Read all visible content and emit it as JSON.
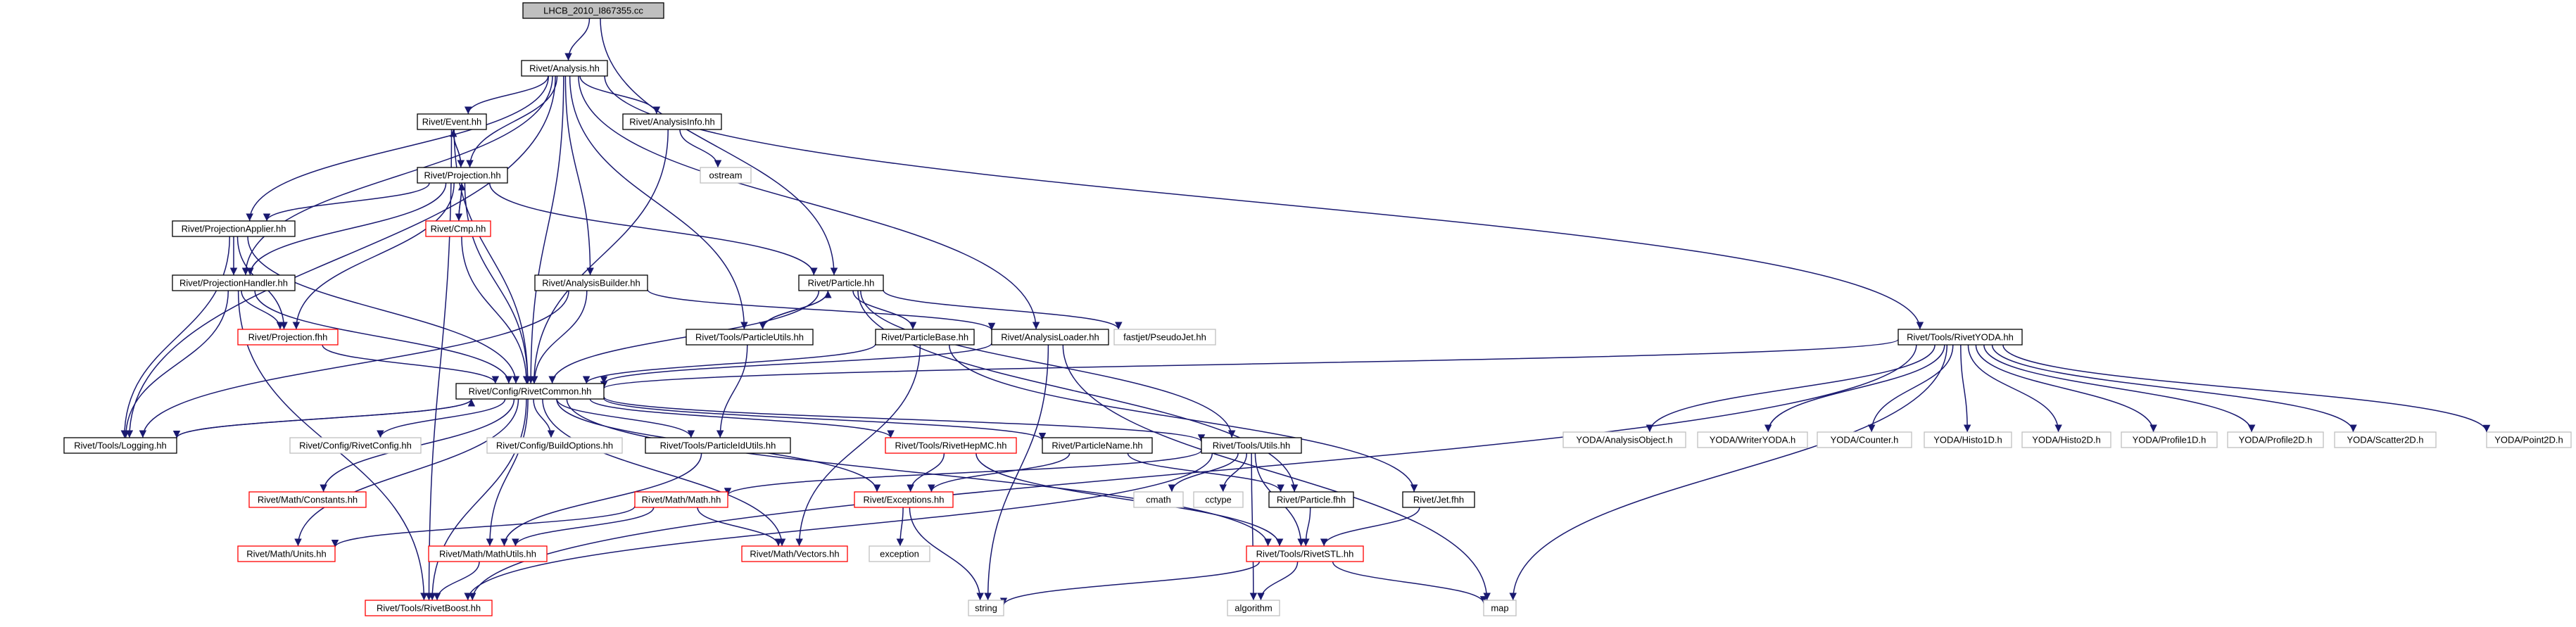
{
  "colors": {
    "edge": "#191970",
    "root_fill": "#bfbfbf",
    "normal_border": "#000000",
    "truncated_border": "#ff0000",
    "system_border": "#bfbfbf",
    "label": "#000000"
  },
  "nodes": [
    {
      "id": "lhcb",
      "label": "LHCB_2010_I867355.cc",
      "kind": "root"
    },
    {
      "id": "analysis",
      "label": "Rivet/Analysis.hh",
      "kind": "normal"
    },
    {
      "id": "event",
      "label": "Rivet/Event.hh",
      "kind": "normal"
    },
    {
      "id": "analysisinfo",
      "label": "Rivet/AnalysisInfo.hh",
      "kind": "normal"
    },
    {
      "id": "ostream",
      "label": "ostream",
      "kind": "system"
    },
    {
      "id": "projection",
      "label": "Rivet/Projection.hh",
      "kind": "normal"
    },
    {
      "id": "cmp",
      "label": "Rivet/Cmp.hh",
      "kind": "truncated"
    },
    {
      "id": "projapplier",
      "label": "Rivet/ProjectionApplier.hh",
      "kind": "normal"
    },
    {
      "id": "projhandler",
      "label": "Rivet/ProjectionHandler.hh",
      "kind": "normal"
    },
    {
      "id": "projfhh",
      "label": "Rivet/Projection.fhh",
      "kind": "truncated"
    },
    {
      "id": "analysisbuilder",
      "label": "Rivet/AnalysisBuilder.hh",
      "kind": "normal"
    },
    {
      "id": "particle",
      "label": "Rivet/Particle.hh",
      "kind": "normal"
    },
    {
      "id": "particleutils",
      "label": "Rivet/Tools/ParticleUtils.hh",
      "kind": "normal"
    },
    {
      "id": "particlebase",
      "label": "Rivet/ParticleBase.hh",
      "kind": "normal"
    },
    {
      "id": "analysisloader",
      "label": "Rivet/AnalysisLoader.hh",
      "kind": "normal"
    },
    {
      "id": "pseudojet",
      "label": "fastjet/PseudoJet.hh",
      "kind": "system"
    },
    {
      "id": "rivetyoda",
      "label": "Rivet/Tools/RivetYODA.hh",
      "kind": "normal"
    },
    {
      "id": "rivetcommon",
      "label": "Rivet/Config/RivetCommon.hh",
      "kind": "normal"
    },
    {
      "id": "logging",
      "label": "Rivet/Tools/Logging.hh",
      "kind": "normal"
    },
    {
      "id": "rivetconfig",
      "label": "Rivet/Config/RivetConfig.hh",
      "kind": "system"
    },
    {
      "id": "buildoptions",
      "label": "Rivet/Config/BuildOptions.hh",
      "kind": "system"
    },
    {
      "id": "particleidutils",
      "label": "Rivet/Tools/ParticleIdUtils.hh",
      "kind": "normal"
    },
    {
      "id": "rivethepmc",
      "label": "Rivet/Tools/RivetHepMC.hh",
      "kind": "truncated"
    },
    {
      "id": "particlename",
      "label": "Rivet/ParticleName.hh",
      "kind": "normal"
    },
    {
      "id": "utils",
      "label": "Rivet/Tools/Utils.hh",
      "kind": "normal"
    },
    {
      "id": "jetfhh",
      "label": "Rivet/Jet.fhh",
      "kind": "normal"
    },
    {
      "id": "particlefhh",
      "label": "Rivet/Particle.fhh",
      "kind": "normal"
    },
    {
      "id": "cmath",
      "label": "cmath",
      "kind": "system"
    },
    {
      "id": "cctype",
      "label": "cctype",
      "kind": "system"
    },
    {
      "id": "constants",
      "label": "Rivet/Math/Constants.hh",
      "kind": "truncated"
    },
    {
      "id": "mathhh",
      "label": "Rivet/Math/Math.hh",
      "kind": "truncated"
    },
    {
      "id": "exceptions",
      "label": "Rivet/Exceptions.hh",
      "kind": "truncated"
    },
    {
      "id": "exception",
      "label": "exception",
      "kind": "system"
    },
    {
      "id": "units",
      "label": "Rivet/Math/Units.hh",
      "kind": "truncated"
    },
    {
      "id": "mathutils",
      "label": "Rivet/Math/MathUtils.hh",
      "kind": "truncated"
    },
    {
      "id": "vectors",
      "label": "Rivet/Math/Vectors.hh",
      "kind": "truncated"
    },
    {
      "id": "rivetstl",
      "label": "Rivet/Tools/RivetSTL.hh",
      "kind": "truncated"
    },
    {
      "id": "rivetboost",
      "label": "Rivet/Tools/RivetBoost.hh",
      "kind": "truncated"
    },
    {
      "id": "string",
      "label": "string",
      "kind": "system"
    },
    {
      "id": "algorithm",
      "label": "algorithm",
      "kind": "system"
    },
    {
      "id": "map",
      "label": "map",
      "kind": "system"
    },
    {
      "id": "analysisobject",
      "label": "YODA/AnalysisObject.h",
      "kind": "system"
    },
    {
      "id": "writeryoda",
      "label": "YODA/WriterYODA.h",
      "kind": "system"
    },
    {
      "id": "counter",
      "label": "YODA/Counter.h",
      "kind": "system"
    },
    {
      "id": "histo1d",
      "label": "YODA/Histo1D.h",
      "kind": "system"
    },
    {
      "id": "histo2d",
      "label": "YODA/Histo2D.h",
      "kind": "system"
    },
    {
      "id": "profile1d",
      "label": "YODA/Profile1D.h",
      "kind": "system"
    },
    {
      "id": "profile2d",
      "label": "YODA/Profile2D.h",
      "kind": "system"
    },
    {
      "id": "scatter2d",
      "label": "YODA/Scatter2D.h",
      "kind": "system"
    },
    {
      "id": "point2d",
      "label": "YODA/Point2D.h",
      "kind": "system"
    }
  ],
  "edges": [
    [
      "lhcb",
      "analysis"
    ],
    [
      "lhcb",
      "particle"
    ],
    [
      "analysis",
      "event"
    ],
    [
      "analysis",
      "analysisinfo"
    ],
    [
      "analysis",
      "projection"
    ],
    [
      "analysis",
      "projapplier"
    ],
    [
      "analysis",
      "projhandler"
    ],
    [
      "analysis",
      "analysisbuilder"
    ],
    [
      "analysis",
      "particleutils"
    ],
    [
      "analysis",
      "analysisloader"
    ],
    [
      "analysis",
      "rivetyoda"
    ],
    [
      "analysis",
      "rivetcommon"
    ],
    [
      "analysis",
      "logging"
    ],
    [
      "event",
      "projection"
    ],
    [
      "event",
      "rivetcommon"
    ],
    [
      "event",
      "rivetboost"
    ],
    [
      "analysisinfo",
      "ostream"
    ],
    [
      "analysisinfo",
      "rivetcommon"
    ],
    [
      "projection",
      "event"
    ],
    [
      "projection",
      "cmp"
    ],
    [
      "projection",
      "projapplier"
    ],
    [
      "projection",
      "projhandler"
    ],
    [
      "projection",
      "projfhh"
    ],
    [
      "projection",
      "particle"
    ],
    [
      "projection",
      "rivetcommon"
    ],
    [
      "cmp",
      "projection"
    ],
    [
      "cmp",
      "rivetcommon"
    ],
    [
      "projapplier",
      "projhandler"
    ],
    [
      "projapplier",
      "projfhh"
    ],
    [
      "projapplier",
      "rivetcommon"
    ],
    [
      "projapplier",
      "logging"
    ],
    [
      "projhandler",
      "projfhh"
    ],
    [
      "projhandler",
      "rivetcommon"
    ],
    [
      "projhandler",
      "logging"
    ],
    [
      "projhandler",
      "rivetboost"
    ],
    [
      "projfhh",
      "rivetcommon"
    ],
    [
      "analysisbuilder",
      "analysisloader"
    ],
    [
      "analysisbuilder",
      "rivetcommon"
    ],
    [
      "analysisbuilder",
      "logging"
    ],
    [
      "particle",
      "particleutils"
    ],
    [
      "particle",
      "particlebase"
    ],
    [
      "particle",
      "pseudojet"
    ],
    [
      "particle",
      "utils"
    ],
    [
      "particle",
      "particlefhh"
    ],
    [
      "particle",
      "rivetcommon"
    ],
    [
      "particleutils",
      "particle"
    ],
    [
      "particleutils",
      "particleidutils"
    ],
    [
      "particlebase",
      "rivetcommon"
    ],
    [
      "particlebase",
      "jetfhh"
    ],
    [
      "particlebase",
      "vectors"
    ],
    [
      "analysisloader",
      "rivetcommon"
    ],
    [
      "analysisloader",
      "map"
    ],
    [
      "analysisloader",
      "string"
    ],
    [
      "rivetyoda",
      "rivetcommon"
    ],
    [
      "rivetyoda",
      "analysisobject"
    ],
    [
      "rivetyoda",
      "writeryoda"
    ],
    [
      "rivetyoda",
      "counter"
    ],
    [
      "rivetyoda",
      "histo1d"
    ],
    [
      "rivetyoda",
      "histo2d"
    ],
    [
      "rivetyoda",
      "profile1d"
    ],
    [
      "rivetyoda",
      "profile2d"
    ],
    [
      "rivetyoda",
      "scatter2d"
    ],
    [
      "rivetyoda",
      "point2d"
    ],
    [
      "rivetyoda",
      "rivetboost"
    ],
    [
      "rivetyoda",
      "map"
    ],
    [
      "rivetcommon",
      "logging"
    ],
    [
      "rivetcommon",
      "rivetconfig"
    ],
    [
      "rivetcommon",
      "buildoptions"
    ],
    [
      "rivetcommon",
      "particleidutils"
    ],
    [
      "rivetcommon",
      "rivethepmc"
    ],
    [
      "rivetcommon",
      "particlename"
    ],
    [
      "rivetcommon",
      "utils"
    ],
    [
      "rivetcommon",
      "constants"
    ],
    [
      "rivetcommon",
      "exceptions"
    ],
    [
      "rivetcommon",
      "units"
    ],
    [
      "rivetcommon",
      "mathutils"
    ],
    [
      "rivetcommon",
      "vectors"
    ],
    [
      "rivetcommon",
      "rivetstl"
    ],
    [
      "rivetcommon",
      "rivetboost"
    ],
    [
      "logging",
      "rivetcommon"
    ],
    [
      "particleidutils",
      "mathutils"
    ],
    [
      "rivethepmc",
      "exceptions"
    ],
    [
      "rivethepmc",
      "rivetstl"
    ],
    [
      "particlename",
      "exceptions"
    ],
    [
      "particlename",
      "particlefhh"
    ],
    [
      "utils",
      "mathhh"
    ],
    [
      "utils",
      "cmath"
    ],
    [
      "utils",
      "cctype"
    ],
    [
      "utils",
      "rivetstl"
    ],
    [
      "utils",
      "algorithm"
    ],
    [
      "utils",
      "rivetboost"
    ],
    [
      "jetfhh",
      "rivetstl"
    ],
    [
      "particlefhh",
      "rivetstl"
    ],
    [
      "mathhh",
      "units"
    ],
    [
      "mathhh",
      "mathutils"
    ],
    [
      "mathhh",
      "vectors"
    ],
    [
      "exceptions",
      "exception"
    ],
    [
      "exceptions",
      "string"
    ],
    [
      "mathutils",
      "rivetboost"
    ],
    [
      "rivetstl",
      "string"
    ],
    [
      "rivetstl",
      "algorithm"
    ],
    [
      "rivetstl",
      "map"
    ]
  ]
}
